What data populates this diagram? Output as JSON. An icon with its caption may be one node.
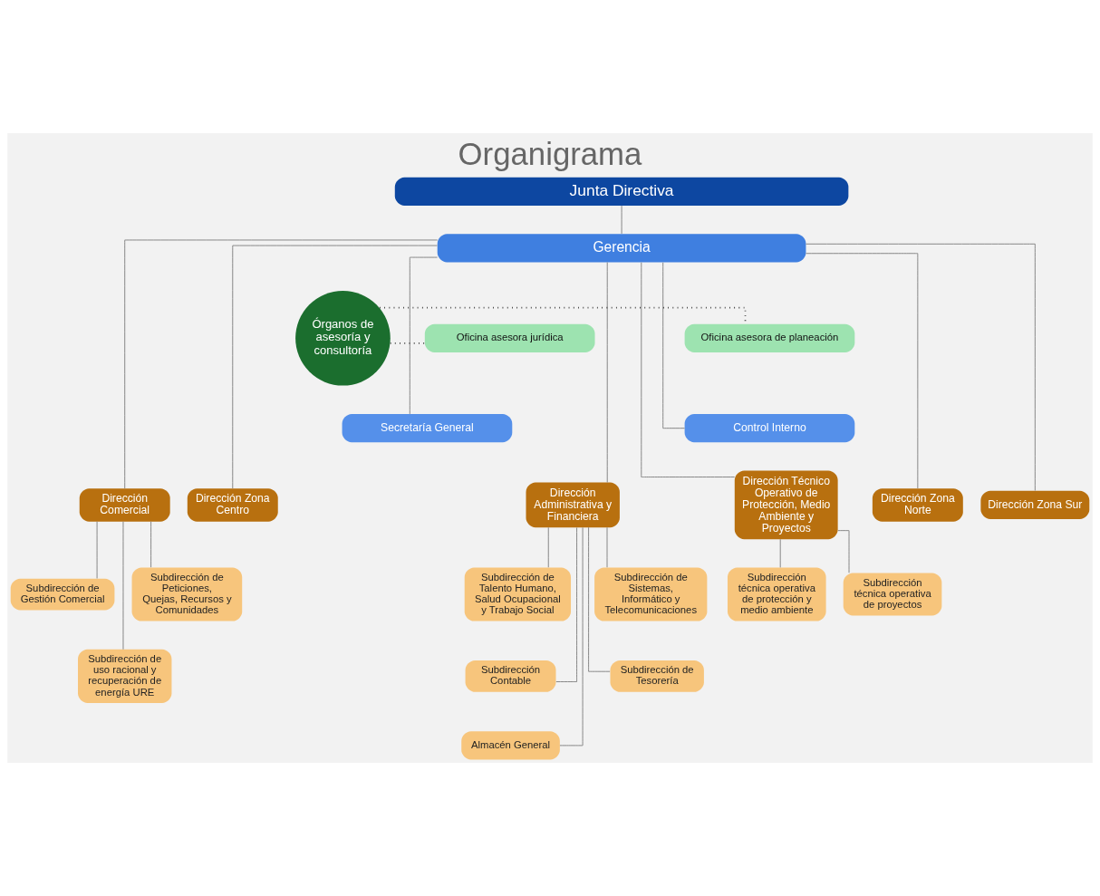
{
  "diagram": {
    "title": "Organigrama",
    "nodes": [
      {
        "text": [
          "Junta Directiva"
        ]
      },
      {
        "text": [
          "Gerencia"
        ]
      },
      {
        "text": [
          "Órganos de asesoría y consultoría"
        ]
      },
      {
        "text": [
          "Oficina asesora jurídica"
        ]
      },
      {
        "text": [
          "Oficina asesora de planeación"
        ]
      },
      {
        "text": [
          "Secretaría General"
        ]
      },
      {
        "text": [
          "Control Interno"
        ]
      },
      {
        "text": [
          "Dirección Administrativa y Financiera"
        ]
      },
      {
        "text": [
          "Dirección Comercial"
        ]
      },
      {
        "text": [
          "Dirección Técnico Operativo de Protección, Medio Ambiente y Proyectos"
        ]
      },
      {
        "text": [
          "Dirección Zona Centro"
        ]
      },
      {
        "text": [
          "Dirección Zona Norte"
        ]
      },
      {
        "text": [
          "Dirección Zona Sur"
        ]
      },
      {
        "text": [
          "Subdirección de Talento Humano, Salud Ocupacional y Trabajo Social"
        ]
      },
      {
        "text": [
          "Subdirección de Sistemas, Informático y Telecomunicaciones"
        ]
      },
      {
        "text": [
          "Subdirección Contable"
        ]
      },
      {
        "text": [
          "Subdirección de Tesorería"
        ]
      },
      {
        "text": [
          "Almacén General"
        ]
      },
      {
        "text": [
          "Subdirección de Gestión Comercial"
        ]
      },
      {
        "text": [
          "Subdirección de Peticiones, Quejas, Recursos y Comunidades"
        ]
      },
      {
        "text": [
          "Subdirección de uso racional y recuperación de energía URE"
        ]
      },
      {
        "text": [
          "Subdirección técnica operativa de protección y medio ambiente"
        ]
      },
      {
        "text": [
          "Subdirección técnica operativa de proyectos"
        ]
      }
    ],
    "edges": [
      {
        "from": 0,
        "to": 1,
        "arrow": "none"
      },
      {
        "from": 2,
        "to": 3,
        "arrow": "none",
        "style": "dashed"
      },
      {
        "from": 2,
        "to": 4,
        "arrow": "none",
        "style": "dashed"
      },
      {
        "from": 1,
        "to": 5,
        "arrow": "none"
      },
      {
        "from": 1,
        "to": 6,
        "arrow": "none"
      },
      {
        "from": 1,
        "to": 7,
        "arrow": "none"
      },
      {
        "from": 1,
        "to": 8,
        "arrow": "none"
      },
      {
        "from": 1,
        "to": 9,
        "arrow": "none"
      },
      {
        "from": 1,
        "to": 10,
        "arrow": "none"
      },
      {
        "from": 1,
        "to": 11,
        "arrow": "none"
      },
      {
        "from": 1,
        "to": 12,
        "arrow": "none"
      },
      {
        "from": 7,
        "to": 13,
        "arrow": "none"
      },
      {
        "from": 7,
        "to": 14,
        "arrow": "none"
      },
      {
        "from": 7,
        "to": 15,
        "arrow": "none"
      },
      {
        "from": 7,
        "to": 16,
        "arrow": "none"
      },
      {
        "from": 7,
        "to": 17,
        "arrow": "none"
      },
      {
        "from": 8,
        "to": 18,
        "arrow": "none"
      },
      {
        "from": 8,
        "to": 19,
        "arrow": "none"
      },
      {
        "from": 8,
        "to": 20,
        "arrow": "none"
      },
      {
        "from": 9,
        "to": 21,
        "arrow": "none"
      },
      {
        "from": 9,
        "to": 22,
        "arrow": "none"
      }
    ]
  }
}
